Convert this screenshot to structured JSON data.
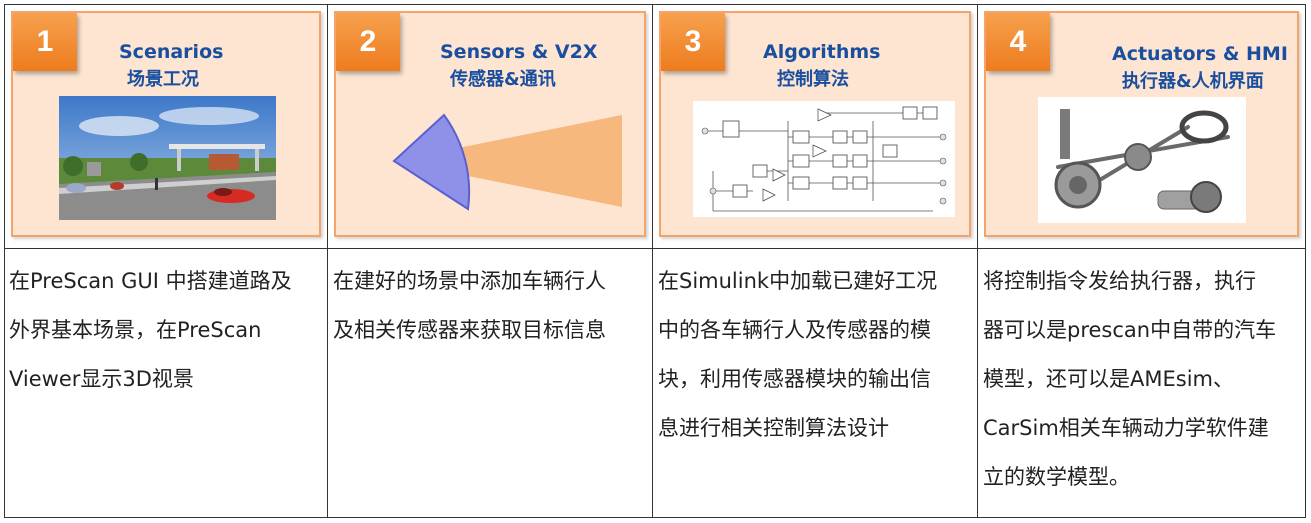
{
  "cards": [
    {
      "number": "1",
      "title_en": "Scenarios",
      "title_cn": "场景工况",
      "desc": [
        "在PreScan GUI 中搭建道路及",
        "外界基本场景，在PreScan",
        "Viewer显示3D视景"
      ]
    },
    {
      "number": "2",
      "title_en": "Sensors & V2X",
      "title_cn": "传感器&通讯",
      "desc": [
        "在建好的场景中添加车辆行人",
        "及相关传感器来获取目标信息"
      ]
    },
    {
      "number": "3",
      "title_en": "Algorithms",
      "title_cn": "控制算法",
      "desc": [
        "在Simulink中加载已建好工况",
        "中的各车辆行人及传感器的模",
        "块，利用传感器模块的输出信",
        "息进行相关控制算法设计"
      ]
    },
    {
      "number": "4",
      "title_en": "Actuators & HMI",
      "title_cn": "执行器&人机界面",
      "desc": [
        "将控制指令发给执行器，执行",
        "器可以是prescan中自带的汽车",
        "模型，还可以是AMEsim、",
        "CarSim相关车辆动力学软件建",
        "立的数学模型。"
      ]
    }
  ],
  "colors": {
    "badge": "#ee7c1e",
    "title": "#1a4fa0",
    "card_bg": "#fde5d2",
    "card_border": "#f4a46a",
    "sensor_blue": "#8f91e8",
    "sensor_orange": "#f6b87c"
  },
  "icons": [
    "scenario-3d-scene-image",
    "sensor-beam-diagram",
    "simulink-block-diagram",
    "chassis-actuator-image"
  ]
}
